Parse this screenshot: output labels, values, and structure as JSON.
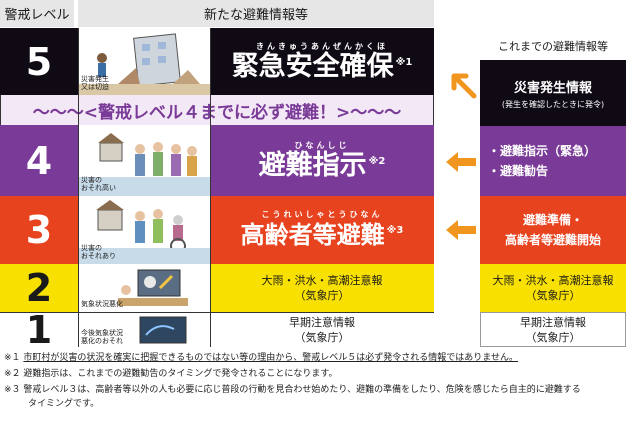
{
  "header": {
    "level_col": "警戒レベル",
    "new_col": "新たな避難情報等",
    "old_col": "これまでの避難情報等"
  },
  "banner": "〜〜〜<警戒レベル４までに必ず避難！>〜〜〜",
  "levels": [
    {
      "num": "5",
      "caption": "災害発生\n又は切迫",
      "ruby": "きんきゅうあんぜんかくほ",
      "main": "緊急安全確保",
      "note": "※1",
      "old_title": "災害発生情報",
      "old_sub": "(発生を確認したときに発令)"
    },
    {
      "num": "4",
      "caption": "災害の\nおそれ高い",
      "ruby": "ひなんしじ",
      "main": "避難指示",
      "note": "※2",
      "old_line1": "・避難指示（緊急）",
      "old_line2": "・避難勧告"
    },
    {
      "num": "3",
      "caption": "災害の\nおそれあり",
      "ruby": "こうれいしゃとうひなん",
      "main": "高齢者等避難",
      "note": "※3",
      "old_line1": "避難準備・",
      "old_line2": "高齢者等避難開始"
    },
    {
      "num": "2",
      "caption": "気象状況悪化",
      "main_line1": "大雨・洪水・高潮注意報",
      "main_line2": "（気象庁）",
      "old_line1": "大雨・洪水・高潮注意報",
      "old_line2": "（気象庁）"
    },
    {
      "num": "1",
      "caption": "今後気象状況\n悪化のおそれ",
      "main_line1": "早期注意情報",
      "main_line2": "（気象庁）",
      "old_line1": "早期注意情報",
      "old_line2": "（気象庁）"
    }
  ],
  "footnotes": [
    {
      "mark": "※１",
      "text": "市町村が災害の状況を確実に把握できるものではない等の理由から、警戒レベル５は必ず発令される情報ではありません。"
    },
    {
      "mark": "※２",
      "text": "避難指示は、これまでの避難勧告のタイミングで発令されることになります。"
    },
    {
      "mark": "※３",
      "text": "警戒レベル３は、高齢者等以外の人も必要に応じ普段の行動を見合わせ始めたり、避難の準備をしたり、危険を感じたら自主的に避難する",
      "text2": "タイミングです。"
    }
  ],
  "colors": {
    "level5": "#0f0a14",
    "level4": "#7a3a97",
    "level3": "#e8431f",
    "level2": "#f8e100",
    "level1": "#ffffff",
    "banner": "#f3e8f6",
    "banner_text": "#7a3a97",
    "arrow": "#f0961e"
  },
  "icons": [
    "building-collapse-illustration",
    "rain-evacuation-illustration",
    "elderly-evacuation-illustration",
    "weather-news-illustration",
    "tv-weather-illustration",
    "arrow-left-icon"
  ]
}
